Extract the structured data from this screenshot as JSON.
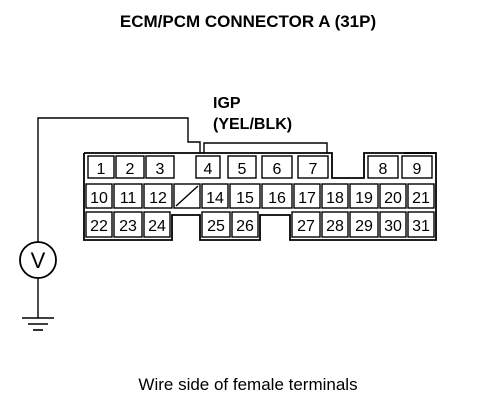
{
  "title": "ECM/PCM CONNECTOR A (31P)",
  "probe": {
    "signal_name": "IGP",
    "wire_color": "(YEL/BLK)",
    "meter_symbol": "V"
  },
  "footer": "Wire side of female terminals",
  "connector": {
    "rows": [
      [
        "1",
        "2",
        "3",
        "4",
        "5",
        "6",
        "7",
        "",
        "8",
        "9"
      ],
      [
        "10",
        "11",
        "12",
        "/",
        "14",
        "15",
        "16",
        "17",
        "18",
        "19",
        "20",
        "21"
      ],
      [
        "22",
        "23",
        "24",
        "",
        "25",
        "26",
        "",
        "27",
        "28",
        "29",
        "30",
        "31"
      ]
    ],
    "highlighted_terminal": "4"
  },
  "colors": {
    "line": "#000000",
    "background": "#ffffff"
  }
}
